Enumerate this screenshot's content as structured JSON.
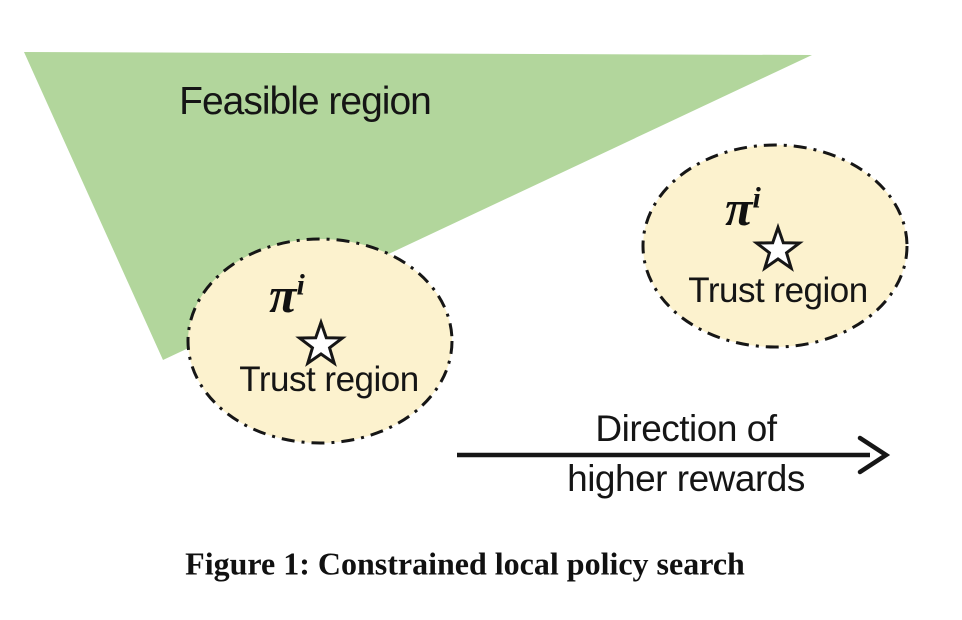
{
  "figure": {
    "region_labels": {
      "feasible": "Feasible region"
    },
    "trust_regions": [
      {
        "policy_symbol": "π",
        "policy_superscript": "i",
        "label": "Trust region"
      },
      {
        "policy_symbol": "π",
        "policy_superscript": "i",
        "label": "Trust region"
      }
    ],
    "arrow": {
      "line1": "Direction of",
      "line2": "higher rewards"
    },
    "caption": "Figure 1: Constrained local policy search",
    "icons": {
      "policy_marker": "star-icon"
    },
    "colors": {
      "feasible_region_fill": "#B2D69C",
      "trust_region_fill": "#FCF2CE",
      "ink": "#161616"
    }
  }
}
